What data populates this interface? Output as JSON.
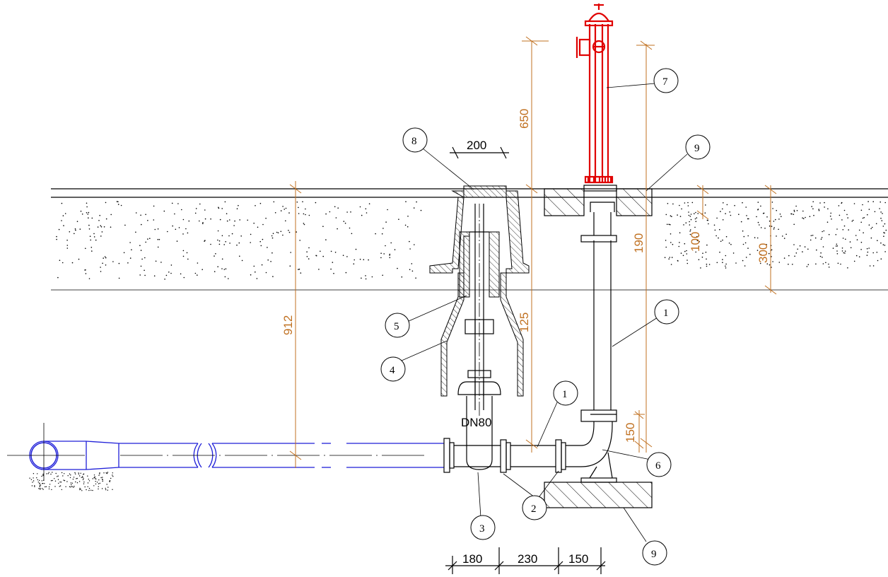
{
  "labels": {
    "dn": "DN80",
    "d200": "200",
    "d650": "650",
    "d912": "912",
    "d125": "125",
    "d190": "190",
    "d100": "100",
    "d300": "300",
    "d150v": "150",
    "d180": "180",
    "d230": "230",
    "d150h": "150"
  },
  "callouts": [
    {
      "id": "c7",
      "text": "7"
    },
    {
      "id": "c8",
      "text": "8"
    },
    {
      "id": "c9a",
      "text": "9"
    },
    {
      "id": "c1a",
      "text": "1"
    },
    {
      "id": "c5",
      "text": "5"
    },
    {
      "id": "c4",
      "text": "4"
    },
    {
      "id": "c1b",
      "text": "1"
    },
    {
      "id": "c6",
      "text": "6"
    },
    {
      "id": "c2",
      "text": "2"
    },
    {
      "id": "c3",
      "text": "3"
    },
    {
      "id": "c9b",
      "text": "9"
    }
  ],
  "colors": {
    "dimension": "#c07020",
    "hydrant": "#e00000",
    "main_pipe": "#1f1fd8"
  }
}
